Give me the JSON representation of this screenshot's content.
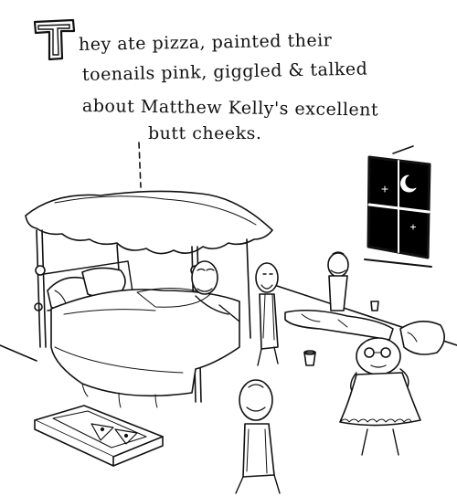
{
  "caption": {
    "dropcap": "T",
    "lines": [
      "hey ate pizza, painted their",
      "toenails pink, giggled & talked",
      "about Matthew Kelly's excellent",
      "butt cheeks."
    ]
  },
  "colors": {
    "ink": "#111111",
    "paper": "#ffffff",
    "night": "#000000"
  },
  "icons": {
    "moon": "crescent-moon-icon",
    "star": "star-icon"
  }
}
